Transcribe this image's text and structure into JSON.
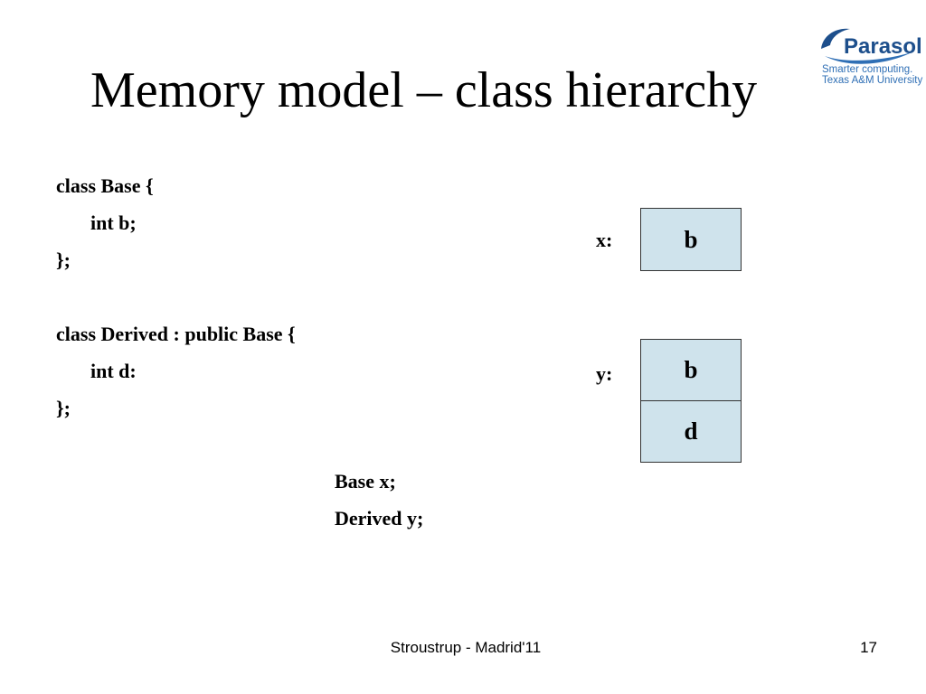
{
  "slide": {
    "title": "Memory model – class hierarchy"
  },
  "logo": {
    "name": "Parasol",
    "tagline": "Smarter computing.",
    "university": "Texas A&M University",
    "colors": {
      "primary": "#1d4f8c",
      "secondary": "#2f6fb5"
    }
  },
  "code": {
    "lines": [
      "class Base {",
      "int b;",
      "};",
      "class Derived : public Base {",
      "int d:",
      "};"
    ],
    "declarations": [
      "Base x;",
      "Derived y;"
    ]
  },
  "diagram": {
    "x_label": "x:",
    "y_label": "y:",
    "x_fields": [
      "b"
    ],
    "y_fields": [
      "b",
      "d"
    ],
    "box_color": "#cfe3ec"
  },
  "footer": {
    "center": "Stroustrup - Madrid'11",
    "page": "17"
  }
}
